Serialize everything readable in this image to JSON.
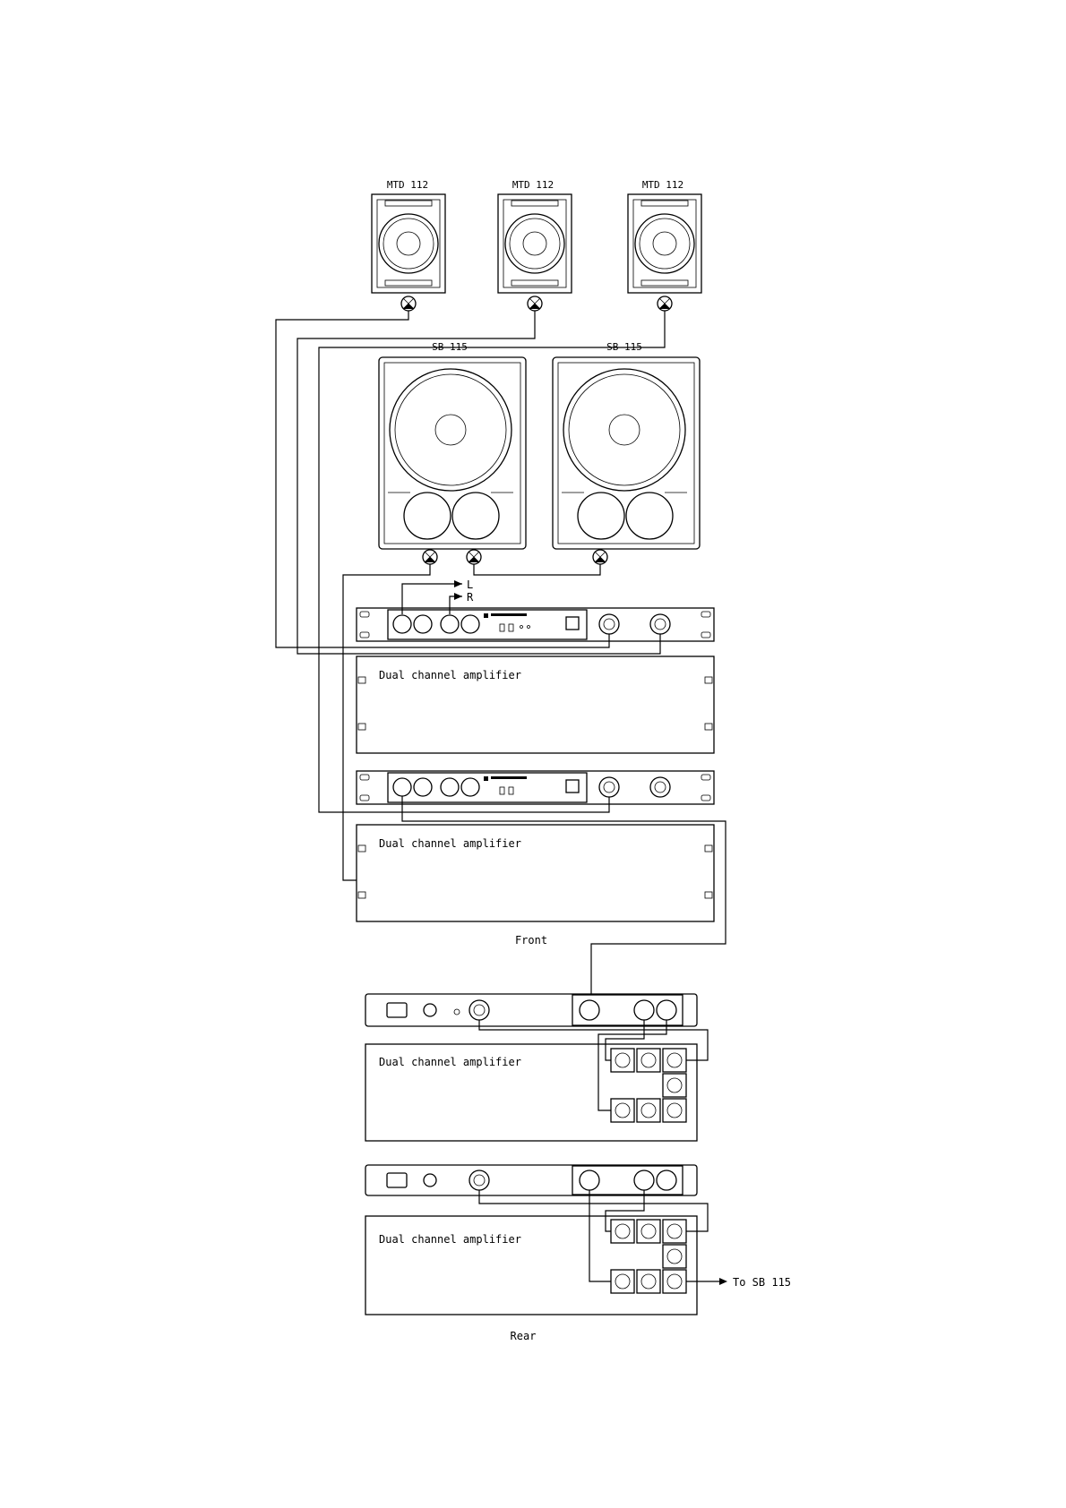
{
  "speakers": {
    "monitors": [
      {
        "label": "MTD 112"
      },
      {
        "label": "MTD 112"
      },
      {
        "label": "MTD 112"
      }
    ],
    "subs": [
      {
        "label": "SB 115"
      },
      {
        "label": "SB 115"
      }
    ]
  },
  "inputs": {
    "left": "L",
    "right": "R"
  },
  "amplifiers": {
    "label": "Dual channel amplifier"
  },
  "views": {
    "front": "Front",
    "rear": "Rear"
  },
  "annotations": {
    "to_sub": "To SB 115"
  }
}
